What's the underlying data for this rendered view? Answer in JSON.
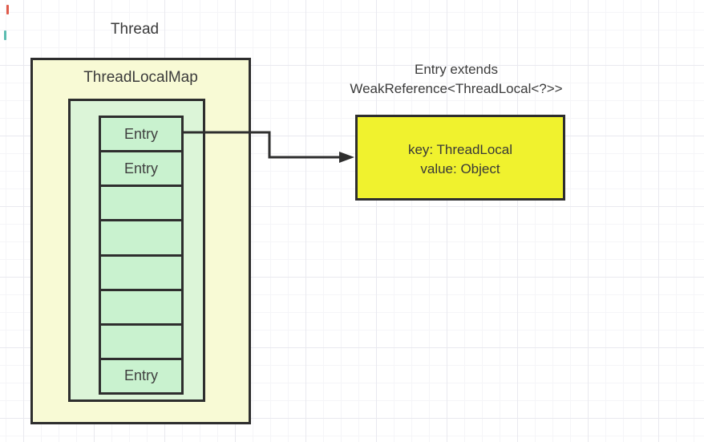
{
  "diagram": {
    "thread_label": "Thread",
    "map_box": {
      "title": "ThreadLocalMap",
      "entries": [
        {
          "label": "Entry"
        },
        {
          "label": "Entry"
        },
        {
          "label": ""
        },
        {
          "label": ""
        },
        {
          "label": ""
        },
        {
          "label": ""
        },
        {
          "label": ""
        },
        {
          "label": "Entry"
        }
      ]
    },
    "entry_note": {
      "line1": "Entry extends",
      "line2": "WeakReference<ThreadLocal<?>>"
    },
    "entry_detail_box": {
      "key_line": "key:  ThreadLocal",
      "value_line": "value:  Object"
    },
    "colors": {
      "thread_box_fill": "#f8fad5",
      "map_box_fill": "#dcf5d8",
      "entry_cell_fill": "#c9f2cf",
      "detail_box_fill": "#f0f22e",
      "border": "#2e2e2e",
      "text": "#3b3b3b",
      "grid_minor": "#f5f5f8",
      "grid_major": "#e9e9ef",
      "edge_mark_red": "#e05b4b",
      "edge_mark_teal": "#5bbcb0"
    }
  }
}
